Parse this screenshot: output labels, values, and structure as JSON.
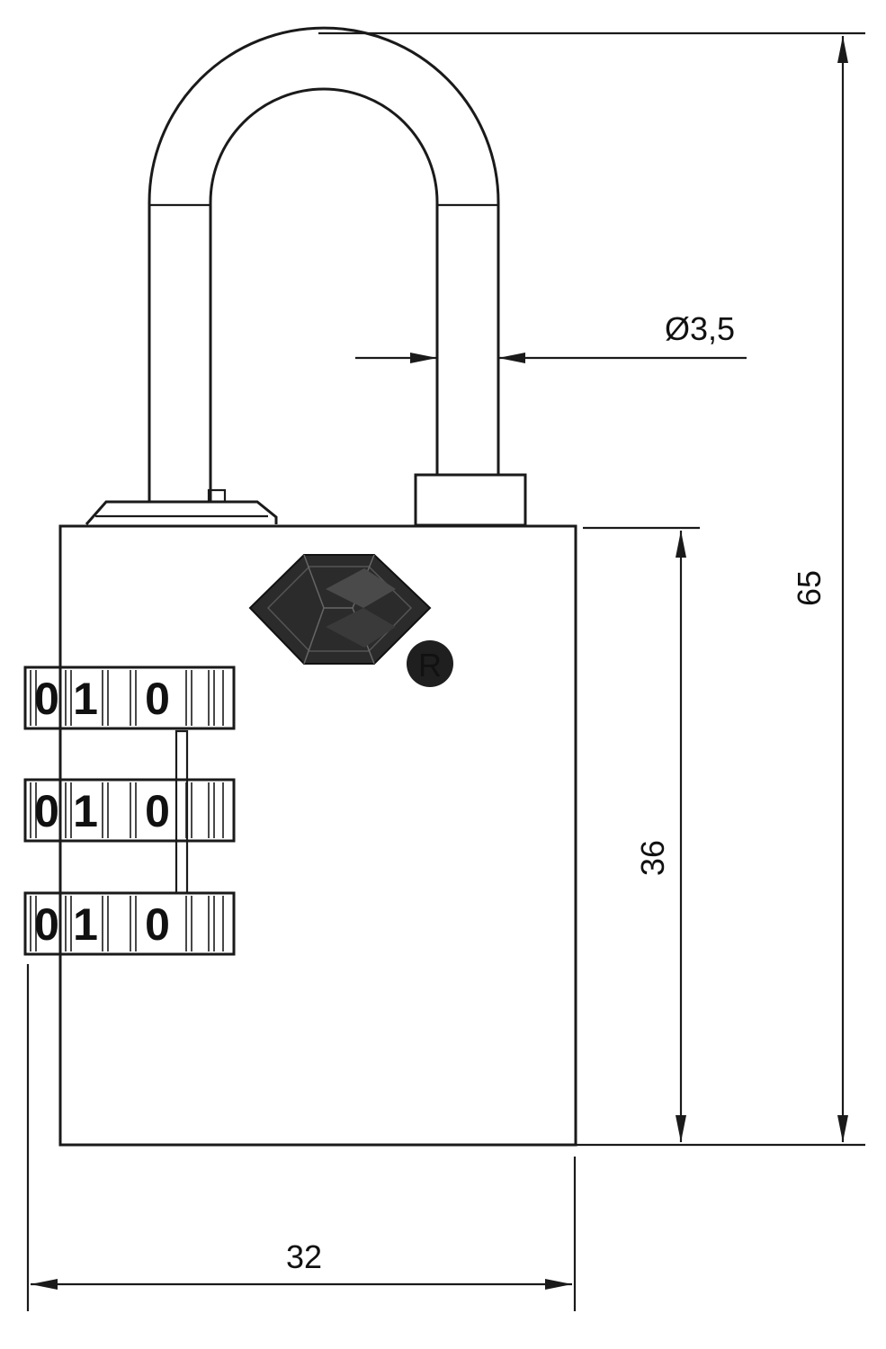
{
  "dimensions": {
    "height_total": "65",
    "height_body": "36",
    "width_body": "32",
    "shackle_diameter": "Ø3,5"
  },
  "dials": [
    [
      "0",
      "1",
      "0"
    ],
    [
      "0",
      "1",
      "0"
    ],
    [
      "0",
      "1",
      "0"
    ]
  ],
  "trademark_symbol": "R",
  "icons": {
    "tsa_logo": "diamond-logo-icon",
    "registered_mark": "registered-icon"
  },
  "colors": {
    "line": "#1a1a1a",
    "logo_fill": "#2b2b2b",
    "dial_fill": "#ffffff"
  }
}
